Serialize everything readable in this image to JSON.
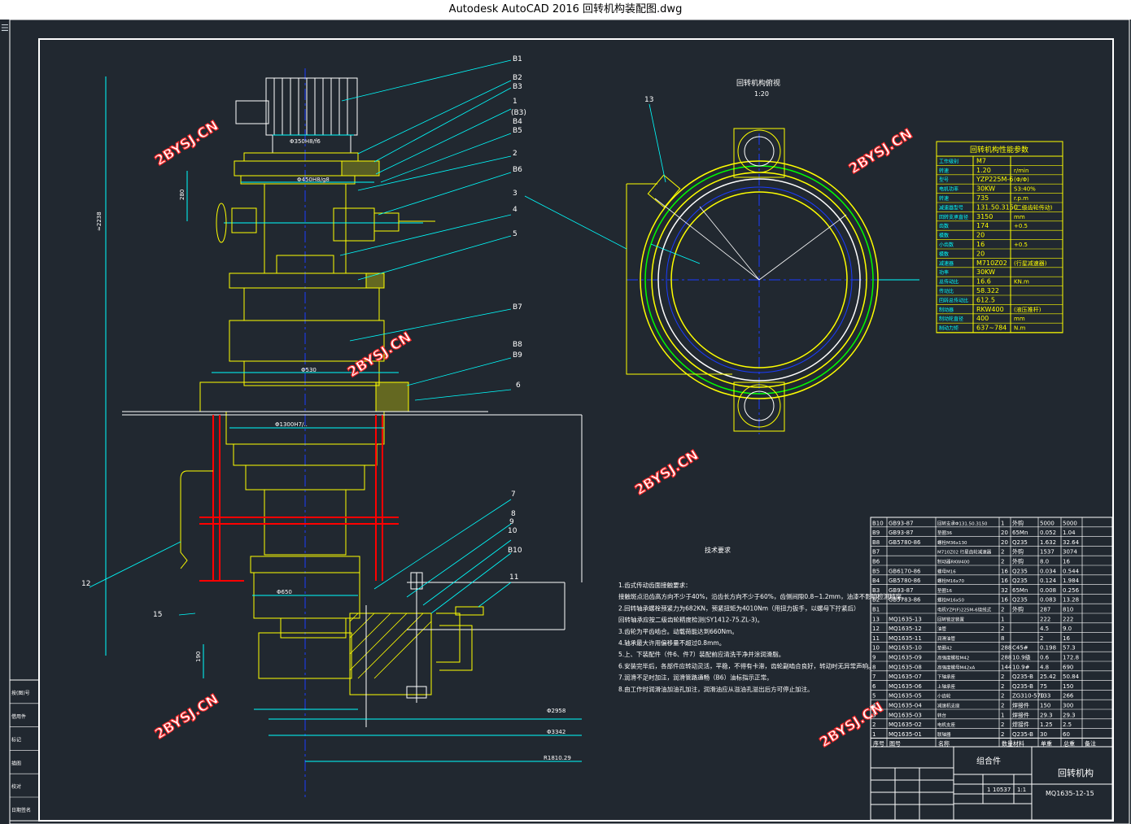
{
  "window": {
    "title": "Autodesk AutoCAD 2016     回转机构装配图.dwg"
  },
  "colors": {
    "background": "#212830",
    "white": "#ffffff",
    "yellow": "#ffff00",
    "cyan": "#00ffff",
    "red": "#ff0000",
    "blue": "#1a3cff",
    "green": "#00ff00"
  },
  "watermark": "2BYSJ.CN",
  "drawing": {
    "part_labels_top": [
      "B1",
      "B2",
      "B3",
      "1",
      "(B3)",
      "B4",
      "B5",
      "2",
      "B6",
      "3",
      "4",
      "5",
      "B7",
      "B8",
      "B9",
      "6",
      "7",
      "8",
      "9",
      "10",
      "B10",
      "11",
      "12",
      "15"
    ],
    "dims": {
      "d350": "Φ350H8/f6",
      "d450": "Φ450H8/g8",
      "d2958": "Φ2958",
      "d3342": "Φ3342",
      "r1810": "R1810.29",
      "d1300": "Φ1300H7/..",
      "d530": "Φ530",
      "h2238": "≈2238",
      "h280": "280",
      "h190": "190",
      "d650": "Φ650"
    },
    "view_title": "回转机构俯视",
    "view_scale": "1:20",
    "view_label_13": "13",
    "tech_title": "技术要求",
    "tech_notes": [
      "1.齿式传动齿面接触要求：",
      "  接触斑点沿齿高方向不少于40%，沿齿长方向不少于60%，齿侧间隙0.8~1.2mm，油漆不影响检测精度。",
      "2.回转轴承螺栓预紧力为682KN，预紧扭矩为4010Nm（用扭力扳手，以螺母下拧紧后）",
      "  回转轴承应按二级齿轮精度检测(SY1412-75.ZL-3)。",
      "3.齿轮为平齿啮合。动载荷能达到660Nm。",
      "4.轴承最大许用偏移量不超过0.8mm。",
      "5.上、下装配件（件6、件7）装配前应清洗干净并涂润滑脂。",
      "6.安装完毕后，各部件应转动灵活，平稳，不得有卡滞，齿轮副啮合良好，转动时无异常声响。",
      "7.润滑不足时加注，润滑管路通畅（B6）油标指示正常。",
      "8.由工作时润滑油加油孔加注，润滑油应从溢油孔溢出后方可停止加注。"
    ],
    "param_table": {
      "title": "回转机构性能参数",
      "rows": [
        [
          "工作级别",
          "M7",
          ""
        ],
        [
          "转速",
          "1.20",
          "r/min"
        ],
        [
          "型号",
          "YZP225M-6",
          "(Φ/Φ)"
        ],
        [
          "电机功率",
          "30KW",
          "S3:40%"
        ],
        [
          "转速",
          "735",
          "r.p.m"
        ],
        [
          "减速器型号",
          "131.50.3150",
          "(二级齿轮传动)"
        ],
        [
          "回转支承直径",
          "3150",
          "mm"
        ],
        [
          "齿数",
          "174",
          "+0.5"
        ],
        [
          "模数",
          "20",
          ""
        ],
        [
          "小齿数",
          "16",
          "+0.5"
        ],
        [
          "模数",
          "20",
          ""
        ],
        [
          "减速器",
          "M710Z02",
          "(行星减速器)"
        ],
        [
          "功率",
          "30KW",
          ""
        ],
        [
          "总传动比",
          "16.6",
          "KN.m"
        ],
        [
          "传动比",
          "58.322",
          ""
        ],
        [
          "回转总传动比",
          "612.5",
          ""
        ],
        [
          "制动器",
          "RKW400",
          "(液压推杆)"
        ],
        [
          "制动轮直径",
          "400",
          "mm"
        ],
        [
          "制动力矩",
          "637~784",
          "N.m"
        ]
      ]
    },
    "bom": {
      "rows": [
        [
          "B10",
          "GB93-87",
          "回转支承Φ131.50.3150",
          "1",
          "外购",
          "5000",
          "5000"
        ],
        [
          "B9",
          "GB93-87",
          "垫圈36",
          "20",
          "65Mn",
          "0.052",
          "1.04"
        ],
        [
          "B8",
          "GB5780-86",
          "螺栓M36x130",
          "20",
          "Q235",
          "1.632",
          "32.64"
        ],
        [
          "B7",
          "",
          "M710Z02 行星齿轮减速器",
          "2",
          "外购",
          "1537",
          "3074"
        ],
        [
          "B6",
          "",
          "制动器RKW400",
          "2",
          "外购",
          "8.0",
          "16"
        ],
        [
          "B5",
          "GB6170-86",
          "螺母M16",
          "16",
          "Q235",
          "0.034",
          "0.544"
        ],
        [
          "B4",
          "GB5780-86",
          "螺栓M16x70",
          "16",
          "Q235",
          "0.124",
          "1.984"
        ],
        [
          "B3",
          "GB93-87",
          "垫圈16",
          "32",
          "65Mn",
          "0.008",
          "0.256"
        ],
        [
          "B2",
          "GB5783-86",
          "螺栓M16x50",
          "16",
          "Q235",
          "0.083",
          "13.28"
        ],
        [
          "B1",
          "",
          "电机YZP(F)225M-6绕线式",
          "2",
          "外购",
          "287",
          "810"
        ],
        [
          "13",
          "MQ1635-13",
          "回转锁定装置",
          "1",
          "",
          "222",
          "222"
        ],
        [
          "12",
          "MQ1635-12",
          "油管",
          "2",
          "",
          "4.5",
          "9.0"
        ],
        [
          "11",
          "MQ1635-11",
          "润滑油管",
          "8",
          "",
          "2",
          "16"
        ],
        [
          "10",
          "MQ1635-10",
          "垫圈42",
          "288",
          "C45#",
          "0.198",
          "57.3"
        ],
        [
          "9",
          "MQ1635-09",
          "高强度螺栓M42",
          "288",
          "10.9级",
          "0.6",
          "172.8"
        ],
        [
          "8",
          "MQ1635-08",
          "高强度螺母M42xA",
          "144",
          "10.9#",
          "4.8",
          "690"
        ],
        [
          "7",
          "MQ1635-07",
          "下轴承座",
          "2",
          "Q235-B",
          "25.42",
          "50.84"
        ],
        [
          "6",
          "MQ1635-06",
          "上轴承座",
          "2",
          "Q235-B",
          "75",
          "150"
        ],
        [
          "5",
          "MQ1635-05",
          "小齿轮",
          "2",
          "ZG310-570",
          "133",
          "266"
        ],
        [
          "4",
          "MQ1635-04",
          "减速机支座",
          "2",
          "焊接件",
          "150",
          "300"
        ],
        [
          "3",
          "MQ1635-03",
          "转台",
          "1",
          "焊接件",
          "29.3",
          "29.3"
        ],
        [
          "2",
          "MQ1635-02",
          "电机支座",
          "2",
          "焊接件",
          "1.25",
          "2.5"
        ],
        [
          "1",
          "MQ1635-01",
          "联轴器",
          "2",
          "Q235-B",
          "30",
          "60"
        ]
      ],
      "header": [
        "序号",
        "图号",
        "名称",
        "数量",
        "材料",
        "单重",
        "总重",
        "备注"
      ]
    },
    "title_block": {
      "assembly_label": "组合件",
      "drawing_name": "回转机构",
      "drawing_number": "MQ1635-12-15",
      "weight": "10537",
      "scale": "1:1",
      "count": "1"
    },
    "left_strip": [
      "按(图)号",
      "借用件",
      "标记",
      "描图",
      "校对",
      "日期签名"
    ]
  }
}
